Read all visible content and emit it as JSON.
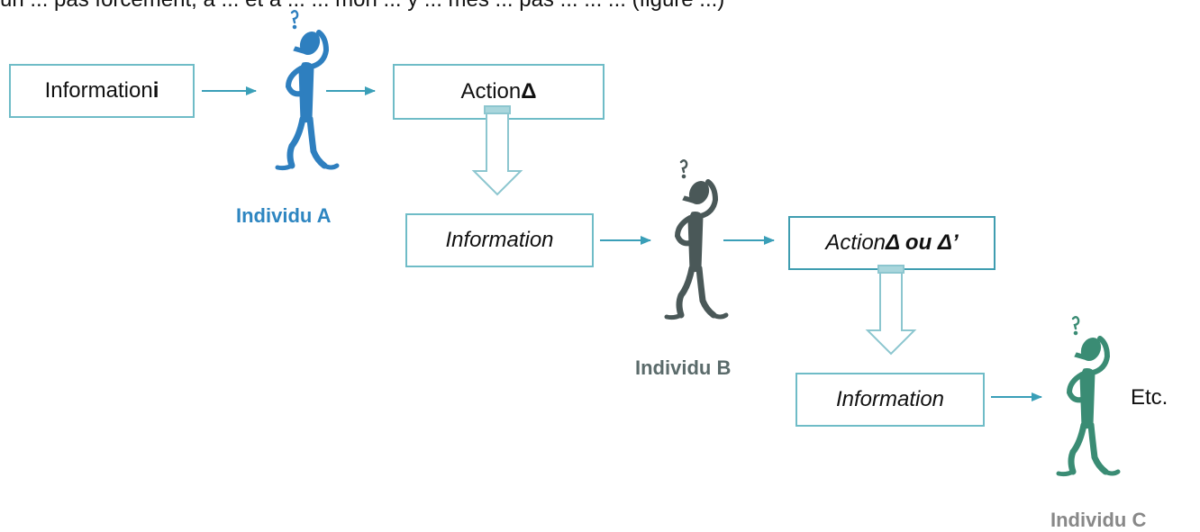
{
  "top_text": "un ... pas forcément, à ... et à ... ... mon ... y ... mes ... pas ... ... ... (figure ...)",
  "boxes": {
    "info_i": {
      "text": "Information ",
      "bold": "i"
    },
    "action_a": {
      "text": "Action ",
      "bold": "Δ"
    },
    "info_b": {
      "text": "Information"
    },
    "action_b": {
      "text": "Action ",
      "bold": "Δ ou Δ’"
    },
    "info_c": {
      "text": "Information"
    }
  },
  "individuals": {
    "a": {
      "label": "Individu A",
      "color": "#2e7fbf"
    },
    "b": {
      "label": "Individu B",
      "color": "#4a5858"
    },
    "c": {
      "label": "Individu C",
      "color": "#3a8c74"
    }
  },
  "label_colors": {
    "a": "#2e86c1",
    "b": "#5b6b6b",
    "c": "#888888"
  },
  "etc": "Etc.",
  "colors": {
    "box_border": "#6fbcc7",
    "arrow": "#3a9fb8",
    "block_arrow": "#8cc6cf"
  }
}
